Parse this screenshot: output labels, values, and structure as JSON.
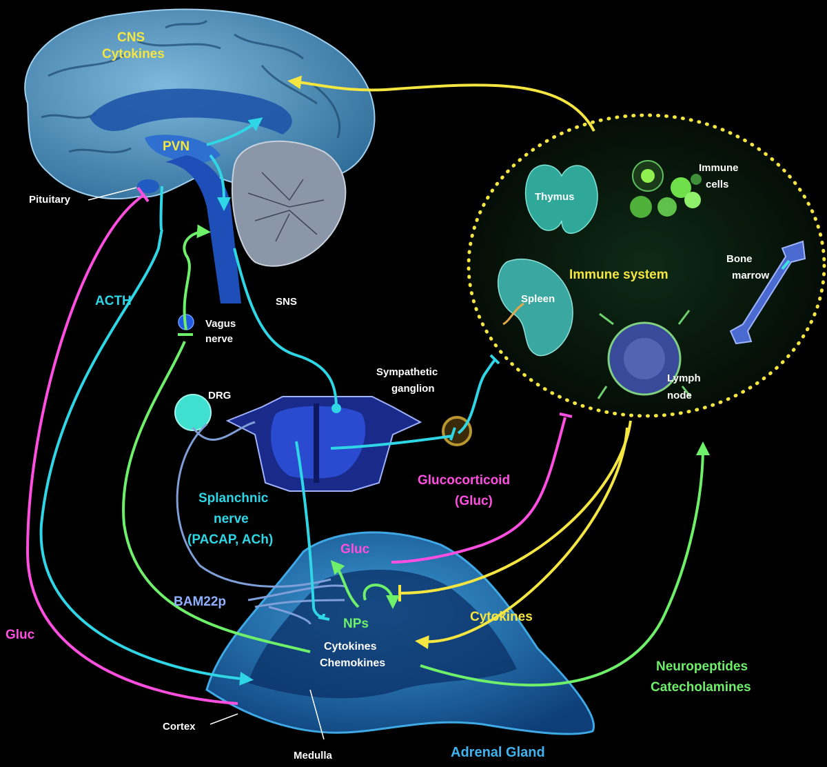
{
  "labels": {
    "cns": "CNS",
    "cytokines_cns": "Cytokines",
    "pvn": "PVN",
    "pituitary": "Pituitary",
    "acth": "ACTH",
    "vagus_line1": "Vagus",
    "vagus_line2": "nerve",
    "sns": "SNS",
    "drg": "DRG",
    "sympathetic_line1": "Sympathetic",
    "sympathetic_line2": "ganglion",
    "splanchnic_line1": "Splanchnic",
    "splanchnic_line2": "nerve",
    "splanchnic_line3": "(PACAP, ACh)",
    "bam22p": "BAM22p",
    "gluc_left": "Gluc",
    "gluc_adrenal": "Gluc",
    "glucocorticoid_line1": "Glucocorticoid",
    "glucocorticoid_line2": "(Gluc)",
    "nps": "NPs",
    "adrenal_cytokines": "Cytokines",
    "adrenal_chemokines": "Chemokines",
    "cytokines_right": "Cytokines",
    "neuropeptides": "Neuropeptides",
    "catecholamines": "Catecholamines",
    "cortex": "Cortex",
    "medulla": "Medulla",
    "adrenal_gland": "Adrenal Gland",
    "immune_system": "Immune system",
    "thymus": "Thymus",
    "immune_line1": "Immune",
    "immune_line2": "cells",
    "bone_line1": "Bone",
    "bone_line2": "marrow",
    "spleen": "Spleen",
    "lymph_line1": "Lymph",
    "lymph_line2": "node"
  },
  "colors": {
    "background": "#000000",
    "cyan_pathway": "#2fd6e6",
    "yellow_pathway": "#f5e642",
    "magenta_pathway": "#ff4fe0",
    "green_pathway": "#6ff06a",
    "splanchnic_pathway": "#7f9fd8",
    "brain": "#4e8db8",
    "adrenal": "#1f6fb0",
    "immune_border": "#f5e642"
  },
  "icons": [
    "brain-icon",
    "cerebellum-icon",
    "spinal-cord-icon",
    "drg-ganglion-icon",
    "sympathetic-ganglion-icon",
    "thymus-icon",
    "immune-cells-icon",
    "spleen-icon",
    "lymph-node-icon",
    "bone-icon",
    "adrenal-gland-icon"
  ]
}
